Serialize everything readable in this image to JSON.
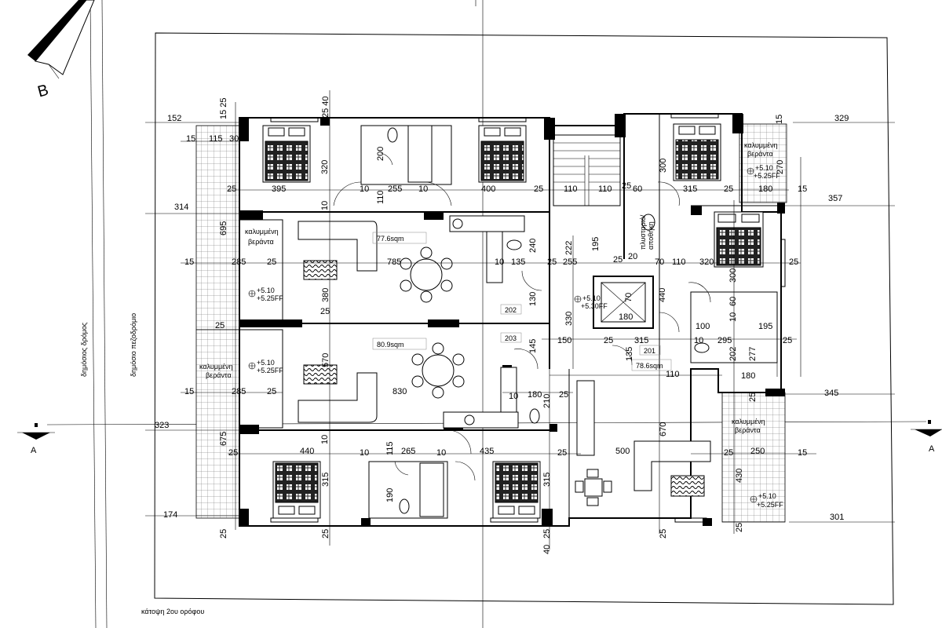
{
  "drawing": {
    "caption": "κάτοψη 2ου ορόφου",
    "north_label": "B",
    "section_left": "A",
    "section_right": "A",
    "road_label": "δημόσιος δρόμος",
    "sidewalk_label": "δημόσιο πεζοδρόμιο"
  },
  "rooms": {
    "veranda_tr_1": "καλυμμένη",
    "veranda_tr_2": "βεράντα",
    "veranda_l1_1": "καλυμμένη",
    "veranda_l1_2": "βεράντα",
    "veranda_l2_1": "καλυμμένη",
    "veranda_l2_2": "βεράντα",
    "veranda_br_1": "καλυμμένη",
    "veranda_br_2": "βεράντα",
    "storage_1": "πλυσταριό/",
    "storage_2": "αποθήκη"
  },
  "levels": {
    "l1a": "+5.10",
    "l1b": "+5.25FF",
    "l2a": "+5.10",
    "l2b": "+5.25FF",
    "l3a": "+5.10",
    "l3b": "+5.30FF",
    "l4a": "+5.10",
    "l4b": "+5.25FF",
    "l5a": "+5.10",
    "l5b": "+5.25FF"
  },
  "areas": {
    "apt_top": "77.6sqm",
    "apt_bottom": "80.9sqm",
    "apt_right": "78.6sqm",
    "tag_202": "202",
    "tag_203": "203",
    "tag_201": "201"
  },
  "dims": {
    "d152": "152",
    "d1525": "15 25",
    "d2540": "25 40",
    "d115": "115",
    "d30": "30",
    "d15a": "15",
    "d395": "395",
    "d320a": "320",
    "d200": "200",
    "d25a": "25",
    "d10a": "10",
    "d255a": "255",
    "d10b": "10",
    "d400": "400",
    "d25b": "25",
    "d110a": "110",
    "d110b": "110",
    "d25c": "25",
    "d60a": "60",
    "d300a": "300",
    "d315a": "315",
    "d25d": "25",
    "d180a": "180",
    "d15b": "15",
    "d329": "329",
    "d270": "270",
    "d15c": "15",
    "d357": "357",
    "d314": "314",
    "d695": "695",
    "d10c": "10",
    "d110c": "110",
    "d285a": "285",
    "d25e": "25",
    "d785": "785",
    "d10d": "10",
    "d135a": "135",
    "d240": "240",
    "d25f": "25",
    "d255b": "255",
    "d222": "222",
    "d195a": "195",
    "d25g": "25",
    "d20": "20",
    "d70a": "70",
    "d110d": "110",
    "d320b": "320",
    "d25h": "25",
    "d15d": "15",
    "d380": "380",
    "d25i": "25",
    "d130": "130",
    "d330": "330",
    "d70b": "70",
    "d180b": "180",
    "d440a": "440",
    "d300b": "300",
    "d60b": "60",
    "d10e": "10",
    "d100": "100",
    "d195b": "195",
    "d25j": "25",
    "d145": "145",
    "d150": "150",
    "d25k": "25",
    "d315b": "315",
    "d10f": "10",
    "d295": "295",
    "d25l": "25",
    "d202": "202",
    "d277": "277",
    "d570": "570",
    "d135b": "135",
    "d110e": "110",
    "d15e": "15",
    "d285b": "285",
    "d25m": "25",
    "d830": "830",
    "d10g": "10",
    "d180c": "180",
    "d25n": "25",
    "d180d": "180",
    "d345": "345",
    "d210": "210",
    "d25o": "25",
    "d323": "323",
    "d675": "675",
    "d10h": "10",
    "d115b": "115",
    "d670": "670",
    "d25p": "25",
    "d440b": "440",
    "d10i": "10",
    "d265": "265",
    "d10j": "10",
    "d435": "435",
    "d25q": "25",
    "d500": "500",
    "d25r": "25",
    "d250": "250",
    "d15f": "15",
    "d315c": "315",
    "d190": "190",
    "d315d": "315",
    "d430": "430",
    "d174": "174",
    "d301": "301",
    "d25s": "25",
    "d25t": "25",
    "d25u": "25",
    "d40": "40",
    "d25v": "25",
    "d25w": "25"
  }
}
